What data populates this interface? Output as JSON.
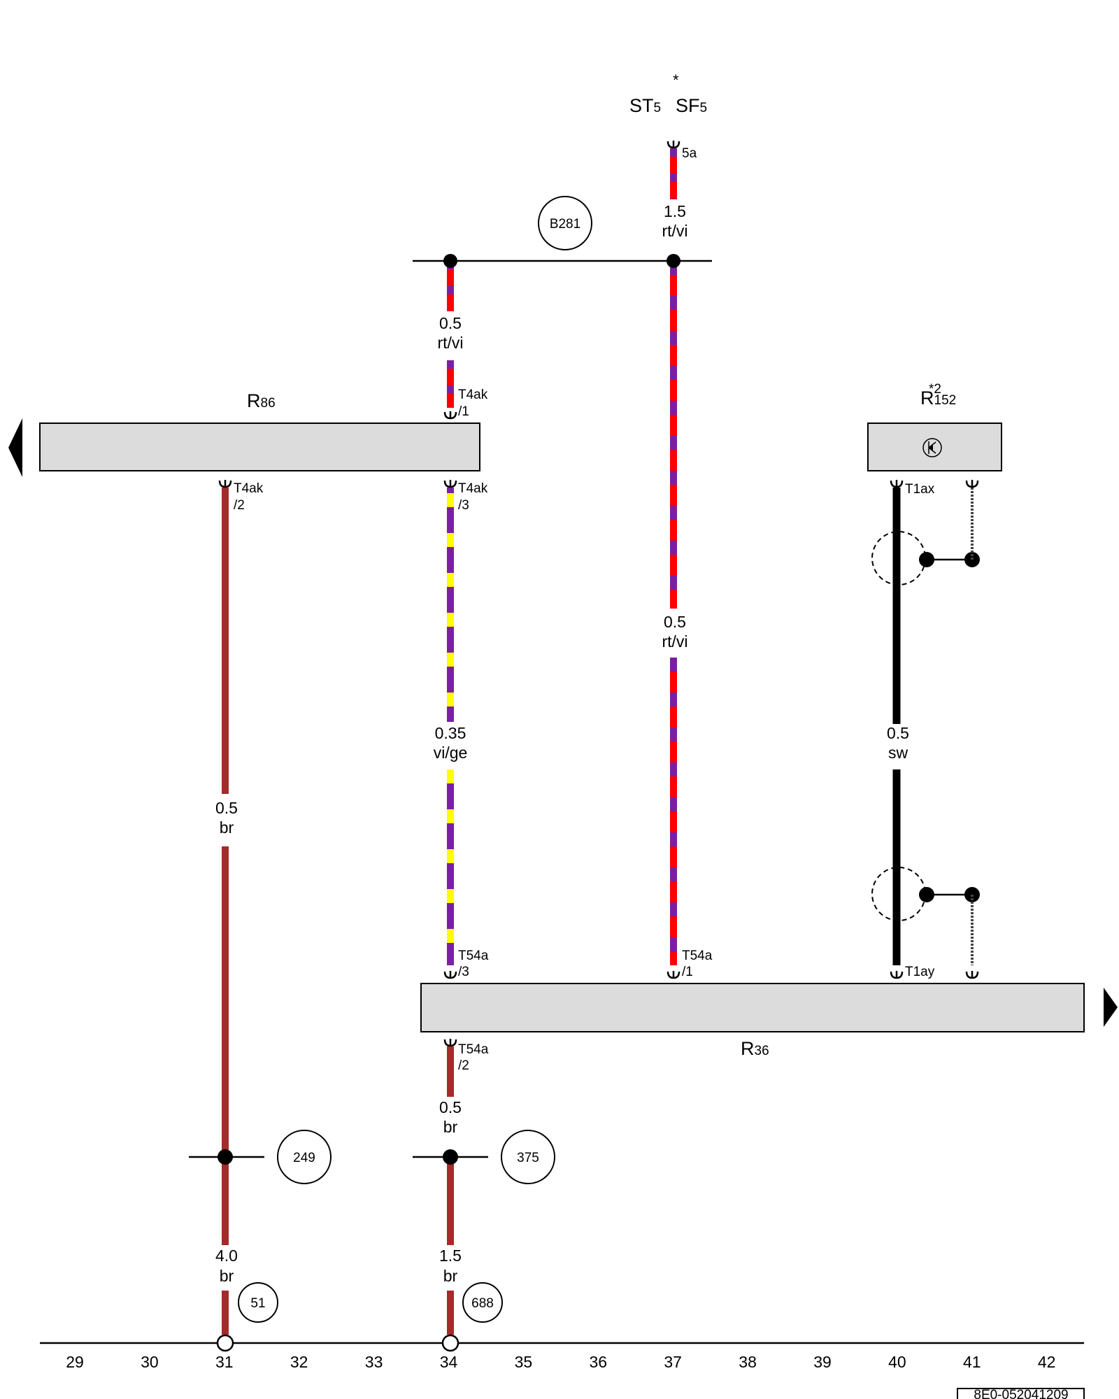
{
  "fuse": {
    "star": "*",
    "st_main": "ST",
    "st_sub": "5",
    "sf_main": "SF",
    "sf_sub": "5",
    "pin": "5a"
  },
  "components": {
    "r86": {
      "main": "R",
      "sub": "86"
    },
    "r152": {
      "main": "R",
      "sub": "152",
      "note": "*2"
    },
    "r36": {
      "main": "R",
      "sub": "36"
    }
  },
  "circles": {
    "b281": "B281",
    "c249": "249",
    "c375": "375",
    "c51": "51",
    "c688": "688"
  },
  "connectors": {
    "t4ak_1": {
      "name": "T4ak",
      "pin": "/1"
    },
    "t4ak_2": {
      "name": "T4ak",
      "pin": "/2"
    },
    "t4ak_3": {
      "name": "T4ak",
      "pin": "/3"
    },
    "t54a_3": {
      "name": "T54a",
      "pin": "/3"
    },
    "t54a_1": {
      "name": "T54a",
      "pin": "/1"
    },
    "t54a_2": {
      "name": "T54a",
      "pin": "/2"
    },
    "t1ax": {
      "name": "T1ax"
    },
    "t1ay": {
      "name": "T1ay"
    }
  },
  "wires": {
    "w_top_37": {
      "size": "1.5",
      "color": "rt/vi"
    },
    "w_34_b281": {
      "size": "0.5",
      "color": "rt/vi"
    },
    "w_37_mid": {
      "size": "0.5",
      "color": "rt/vi"
    },
    "w_34_mid": {
      "size": "0.35",
      "color": "vi/ge"
    },
    "w_31_mid": {
      "size": "0.5",
      "color": "br"
    },
    "w_40_mid": {
      "size": "0.5",
      "color": "sw"
    },
    "w_34_low": {
      "size": "0.5",
      "color": "br"
    },
    "w_31_bot": {
      "size": "4.0",
      "color": "br"
    },
    "w_34_bot": {
      "size": "1.5",
      "color": "br"
    }
  },
  "wire_colors": {
    "rt": "#ff0000",
    "vi": "#7a1fa2",
    "ge": "#ffff00",
    "br": "#a52a2a",
    "sw": "#000000"
  },
  "grid": [
    "29",
    "30",
    "31",
    "32",
    "33",
    "34",
    "35",
    "36",
    "37",
    "38",
    "39",
    "40",
    "41",
    "42"
  ],
  "doc_id": "8E0-052041209"
}
